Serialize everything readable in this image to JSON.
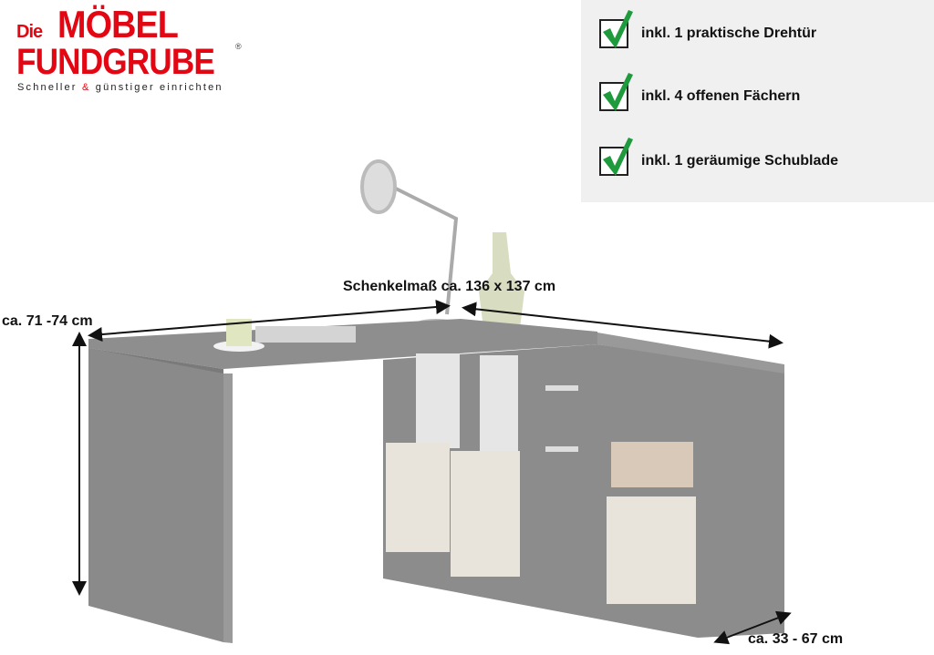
{
  "logo": {
    "die": "Die",
    "moebel": "MÖBEL",
    "fundgrube": "FUNDGRUBE",
    "registered": "®",
    "slogan_left": "Schneller",
    "slogan_amp": "&",
    "slogan_right": "günstiger einrichten"
  },
  "features": [
    {
      "icon": "checkmark-icon",
      "label": "inkl. 1 praktische Drehtür"
    },
    {
      "icon": "checkmark-icon",
      "label": "inkl. 4 offenen Fächern"
    },
    {
      "icon": "checkmark-icon",
      "label": "inkl. 1 geräumige Schublade"
    }
  ],
  "dimensions": {
    "leg_length": "Schenkelmaß ca. 136 x 137 cm",
    "height": "ca. 71 -74 cm",
    "depth": "ca. 33 - 67 cm"
  },
  "colors": {
    "brand_red": "#e30613",
    "check_green": "#1f9a3c",
    "desk_gray": "#8a8a8a"
  }
}
